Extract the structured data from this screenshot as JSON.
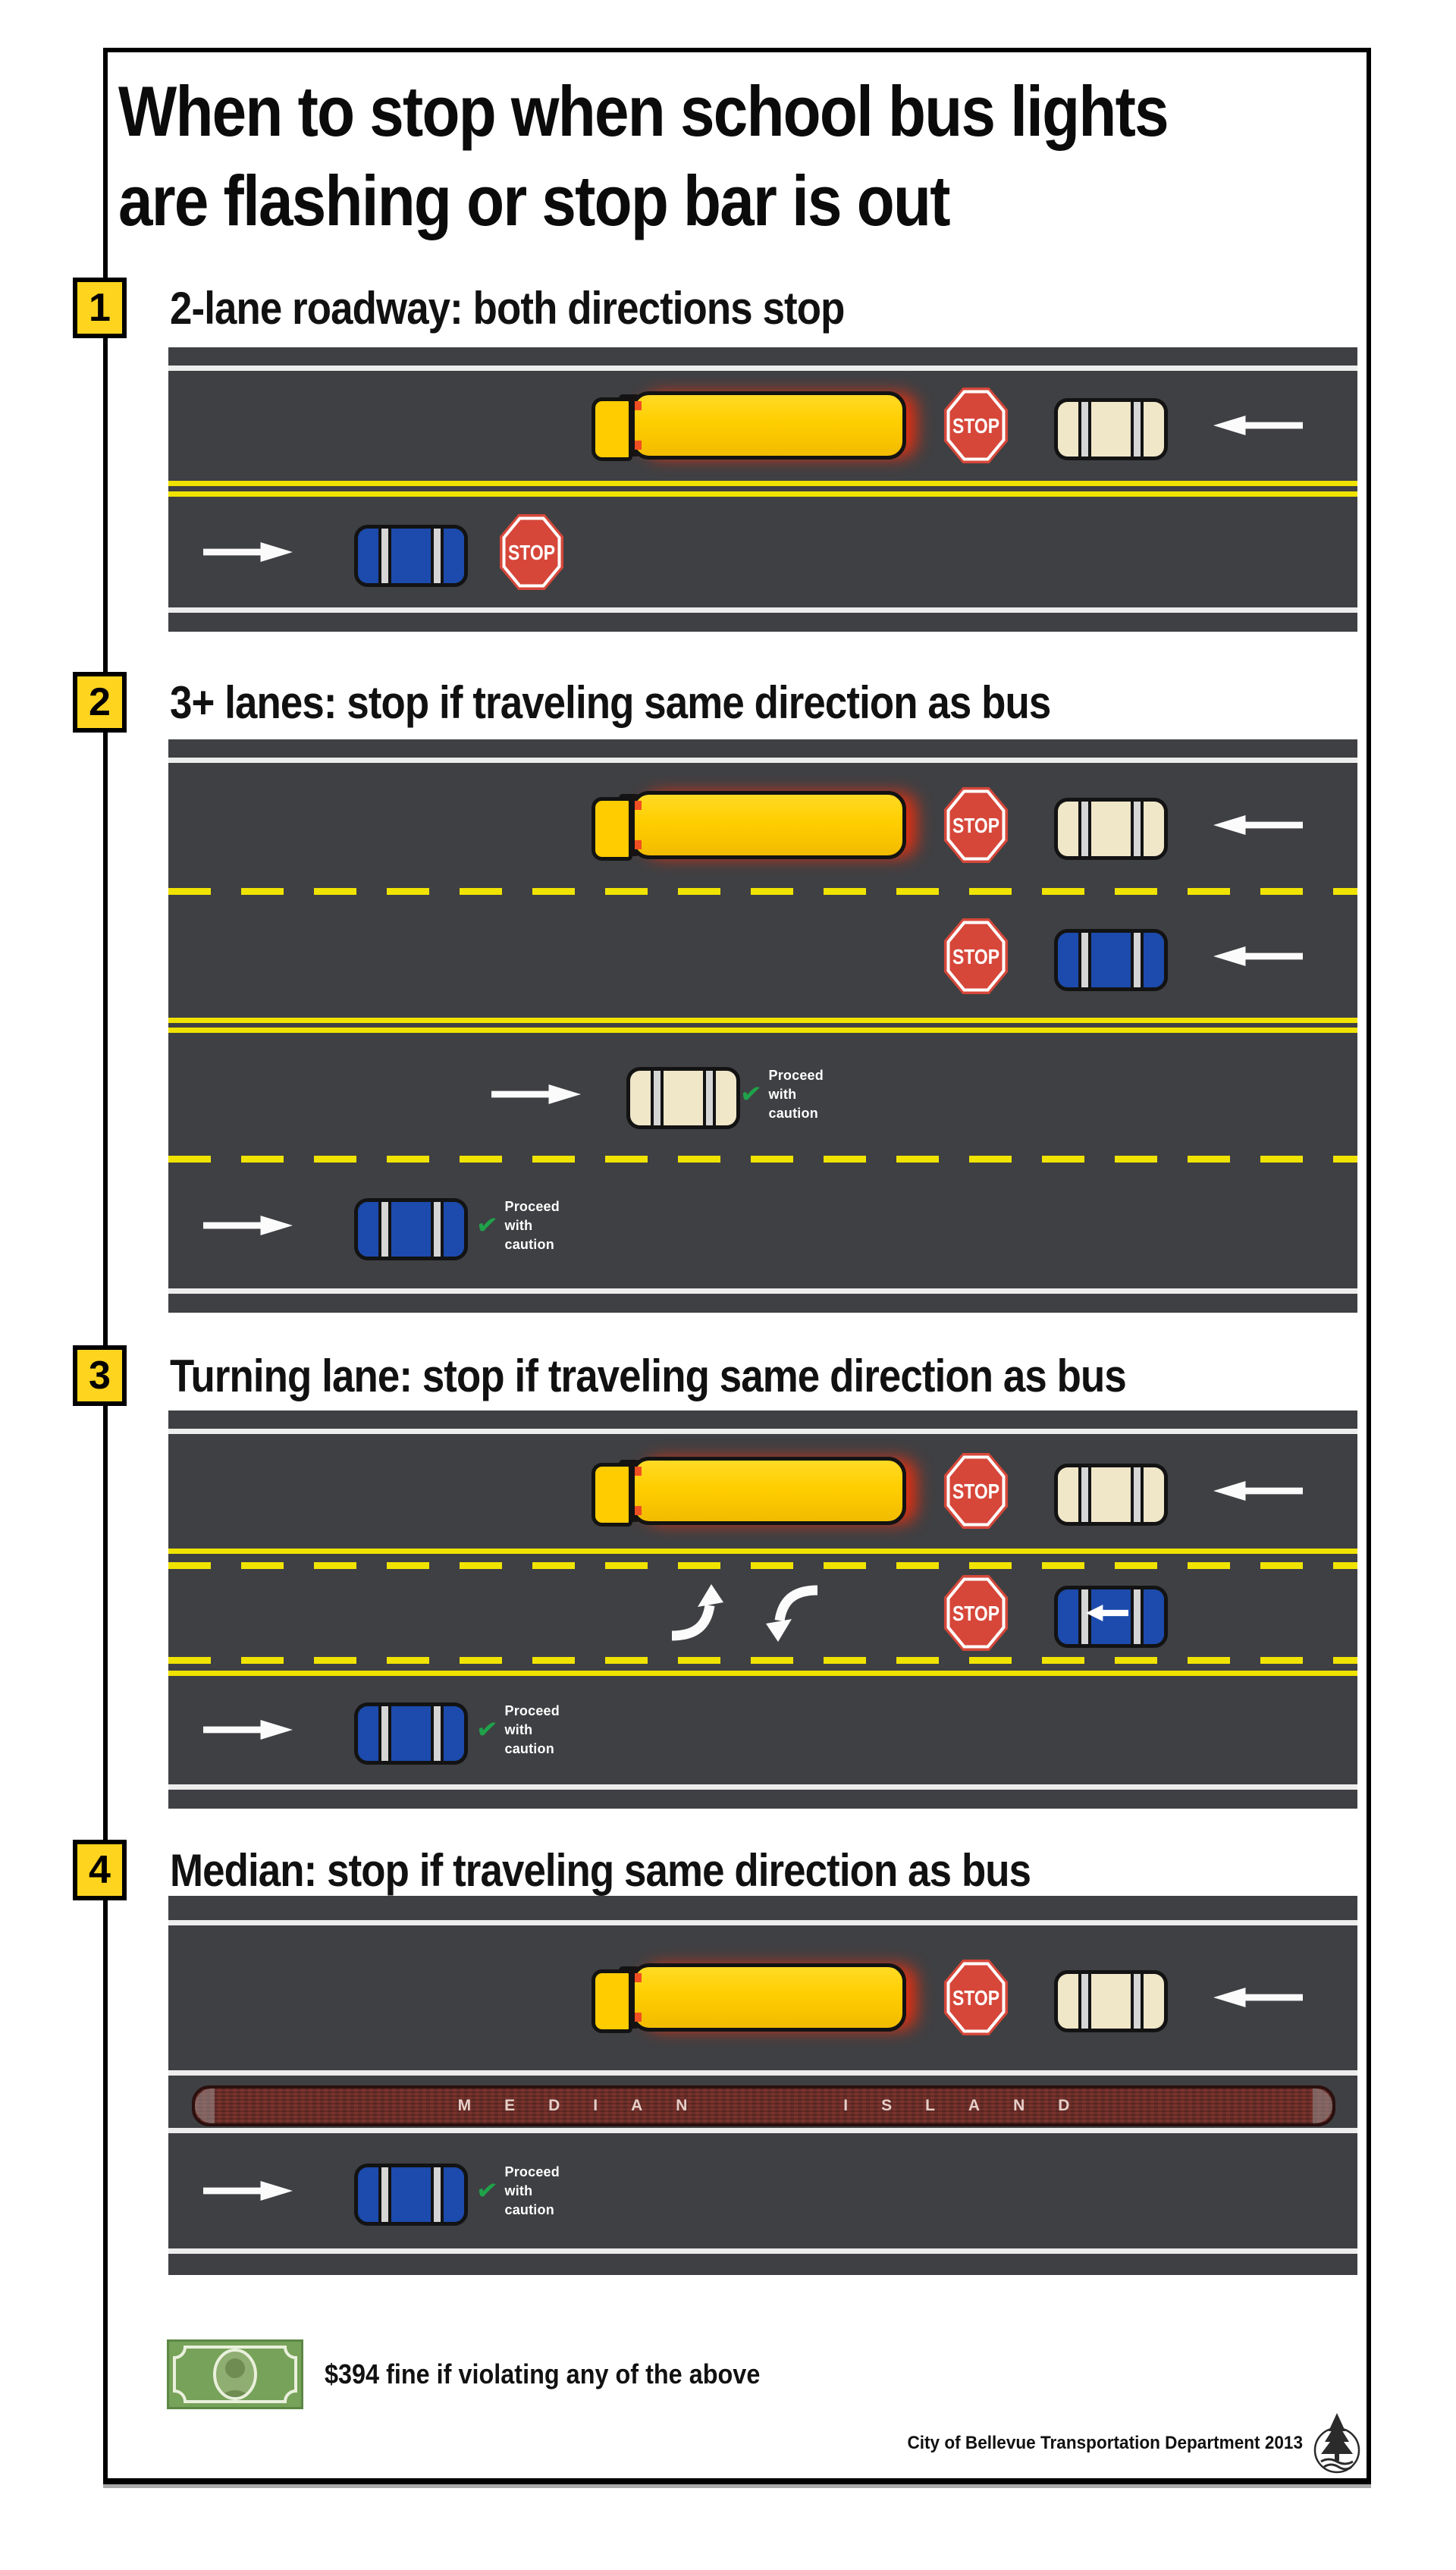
{
  "page": {
    "title_line1": "When to stop when school bus lights",
    "title_line2": "are flashing or stop bar is out"
  },
  "sections": [
    {
      "number": "1",
      "heading": "2-lane roadway: both directions stop"
    },
    {
      "number": "2",
      "heading": "3+ lanes: stop if traveling same direction as bus"
    },
    {
      "number": "3",
      "heading": "Turning lane: stop if traveling same direction as bus"
    },
    {
      "number": "4",
      "heading": "Median: stop if traveling same direction as bus"
    }
  ],
  "labels": {
    "stop": "STOP",
    "proceed_line1": "Proceed",
    "proceed_line2": "with",
    "proceed_line3": "caution",
    "check_mark": "✔",
    "median": "MEDIAN ISLAND"
  },
  "footer": {
    "fine_text": "$394 fine if violating any of the above",
    "credit": "City of Bellevue Transportation Department 2013"
  },
  "colors": {
    "road_asphalt": "#3f4043",
    "lane_marking_yellow": "#f0e300",
    "edge_line_white": "#ededed",
    "bus_yellow": "#ffce00",
    "stop_sign_red": "#d6473a",
    "car_blue": "#1c4bad",
    "car_tan": "#f0e6c8",
    "badge_yellow": "#ffd41f",
    "check_green": "#1fa24a",
    "money_green": "#77a259",
    "median_brick_red": "#6b2f2a"
  }
}
